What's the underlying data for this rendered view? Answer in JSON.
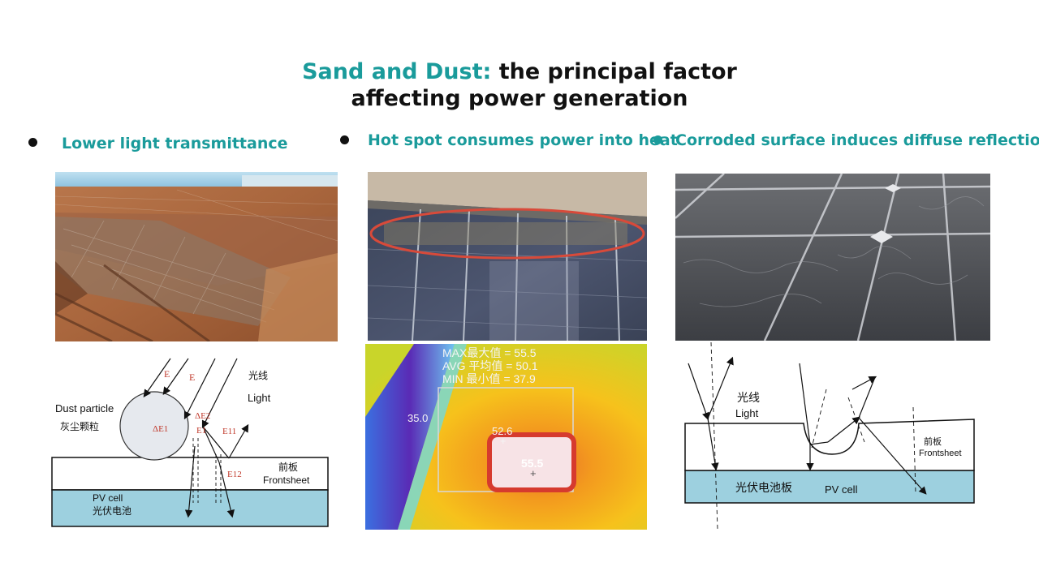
{
  "title": {
    "highlight": "Sand and Dust:",
    "line1_rest": " the principal factor",
    "line2": "affecting power generation"
  },
  "bullets": [
    {
      "label": "Lower light transmittance"
    },
    {
      "label": "Hot spot consumes power into heat"
    },
    {
      "label": "Corroded surface induces diffuse reflection"
    }
  ],
  "diagram_left": {
    "e1": "E",
    "e2": "E",
    "guang_xian": "光线",
    "light": "Light",
    "dust_particle": "Dust particle",
    "dust_cn": "灰尘颗粒",
    "delta_e1": "ΔE1",
    "delta_e2": "ΔE2",
    "e1_label": "E1",
    "e11": "E11",
    "e12": "E12",
    "qian_ban": "前板",
    "frontsheet": "Frontsheet",
    "pv_cell": "PV cell",
    "pv_cell_cn": "光伏电池"
  },
  "thermal": {
    "max_line": "MAX最大值 = 55.5",
    "avg_line": "AVG 平均值 = 50.1",
    "min_line": "MIN 最小值 = 37.9",
    "left_value": "35.0",
    "mid_value": "52.6",
    "hot_value": "55.5"
  },
  "diagram_right": {
    "guang_xian": "光线",
    "light": "Light",
    "qian_ban": "前板",
    "frontsheet": "Frontsheet",
    "pv_board_cn": "光伏电池板",
    "pv_cell": "PV cell"
  },
  "colors": {
    "accent": "#1a9b9b",
    "pv_cell_fill": "#9dd0df",
    "ellipse": "#d84a3a"
  }
}
